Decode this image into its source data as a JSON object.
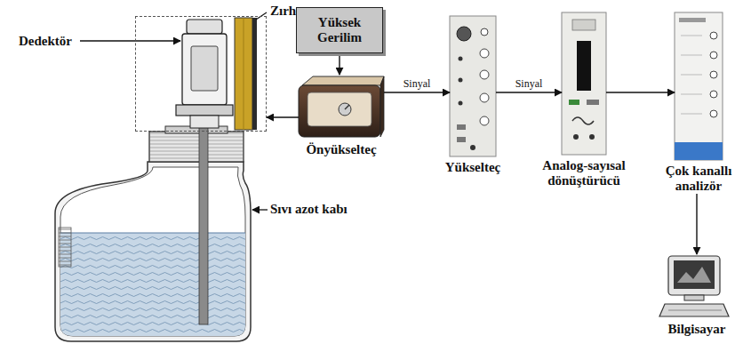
{
  "diagram": {
    "nodes": [
      {
        "text": [
          "Dedektör"
        ]
      },
      {
        "text": [
          "Yüksek Gerilim"
        ]
      },
      {
        "text": [
          "Önyükselteç"
        ]
      },
      {
        "text": [
          "Yükselteç"
        ]
      },
      {
        "text": [
          "Analog-sayısal dönüştürücü"
        ]
      },
      {
        "text": [
          "Çok kanallı analizör"
        ]
      },
      {
        "text": [
          "Bilgisayar"
        ]
      }
    ],
    "edges": [
      {
        "from": 1,
        "to": 2,
        "arrow": "to"
      },
      {
        "from": 2,
        "to": 0,
        "arrow": "to"
      },
      {
        "from": 2,
        "to": 3,
        "label": "Sinyal",
        "arrow": "to"
      },
      {
        "from": 3,
        "to": 4,
        "label": "Sinyal",
        "arrow": "to"
      },
      {
        "from": 4,
        "to": 5,
        "arrow": "to"
      },
      {
        "from": 5,
        "to": 6,
        "arrow": "to"
      }
    ],
    "labels": [
      "Zırh",
      "Sıvı azot kabı"
    ]
  }
}
